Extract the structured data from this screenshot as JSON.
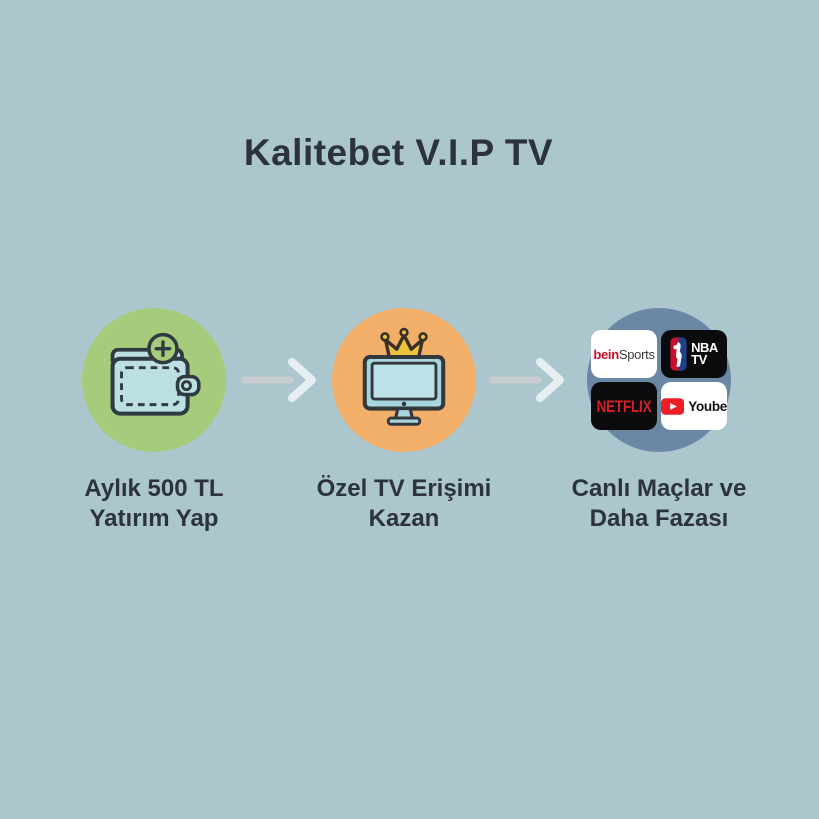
{
  "page": {
    "title": "Kalitebet V.I.P TV"
  },
  "colors": {
    "background": "#ACC6CD",
    "text": "#2C333E",
    "step1_circle": "#A6CC7B",
    "step2_circle": "#F1AF69",
    "step3_circle": "#6B87A6",
    "icon_fill_light_blue": "#BCE0E2",
    "icon_outline": "#2F3B40",
    "crown_gold": "#ECC33D",
    "bein_red": "#C8102E",
    "nba_blue": "#1D428A",
    "netflix_red": "#D81F26",
    "youtube_red": "#ED1D24"
  },
  "steps": [
    {
      "icon": "wallet-plus-icon",
      "label_line1": "Aylık 500 TL",
      "label_line2": "Yatırım Yap"
    },
    {
      "icon": "tv-crown-icon",
      "label_line1": "Özel TV Erişimi",
      "label_line2": "Kazan"
    },
    {
      "icon": "streaming-logos-grid",
      "label_line1": "Canlı Maçlar ve",
      "label_line2": "Daha Fazası"
    }
  ],
  "logos": {
    "bein": {
      "part1": "bein",
      "part2": "Sports"
    },
    "nba": {
      "line1": "NBA",
      "line2": "TV"
    },
    "netflix": {
      "text": "NETFLIX"
    },
    "youtube": {
      "text": "Yoube"
    }
  }
}
